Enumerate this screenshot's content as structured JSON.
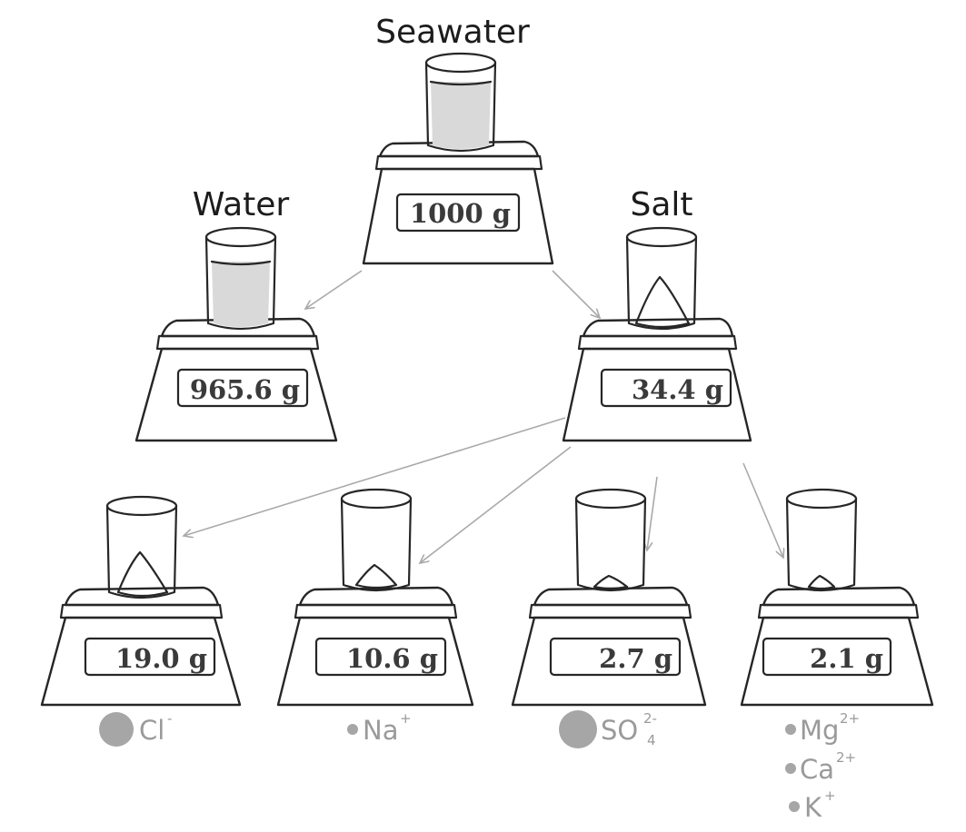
{
  "labels": {
    "seawater": "Seawater",
    "water": "Water",
    "salt": "Salt"
  },
  "readings": {
    "seawater": "1000 g",
    "water": "965.6 g",
    "salt": "34.4 g",
    "chloride": "19.0 g",
    "sodium": "10.6 g",
    "sulfate": "2.7 g",
    "other": "2.1 g"
  },
  "ions": {
    "chloride": {
      "symbol": "Cl",
      "charge": "-"
    },
    "sodium": {
      "symbol": "Na",
      "charge": "+"
    },
    "sulfate": {
      "symbol": "SO",
      "subscript": "4",
      "charge": "2-"
    },
    "magnesium": {
      "symbol": "Mg",
      "charge": "2+"
    },
    "calcium": {
      "symbol": "Ca",
      "charge": "2+"
    },
    "potassium": {
      "symbol": "K",
      "charge": "+"
    }
  },
  "colors": {
    "line": "#262626",
    "arrow": "#a9a9a9",
    "ion_dot": "#a6a6a6",
    "water_fill": "#d9d9d9"
  }
}
